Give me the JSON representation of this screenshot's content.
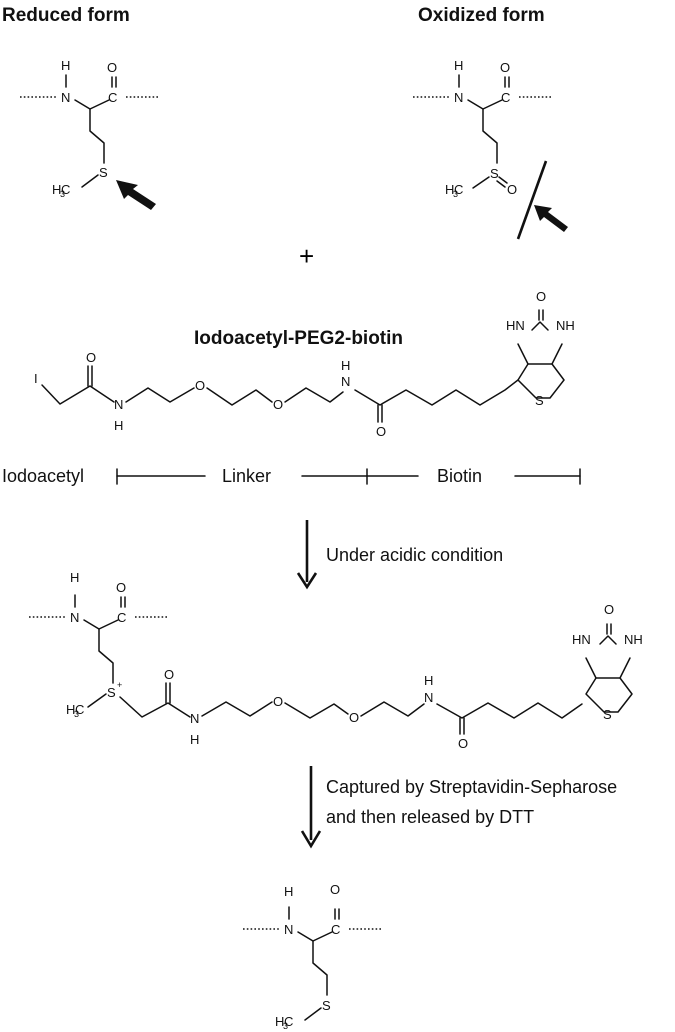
{
  "headers": {
    "reduced": "Reduced form",
    "oxidized": "Oxidized form",
    "reagent": "Iodoacetyl-PEG2-biotin"
  },
  "plus": "+",
  "segments": {
    "iodoacetyl": "Iodoacetyl",
    "linker": "Linker",
    "biotin": "Biotin"
  },
  "steps": {
    "step1": "Under acidic condition",
    "step2_line1": "Captured by Streptavidin-Sepharose",
    "step2_line2": "and then released by DTT"
  },
  "atoms": {
    "H": "H",
    "N": "N",
    "O": "O",
    "C": "C",
    "S": "S",
    "I": "I",
    "NH": "NH",
    "HN": "HN",
    "CH": "H",
    "three": "3",
    "plus_charge": "+"
  },
  "arrow_icon": "bold-arrow-icon",
  "blocked_icon": "slash-icon"
}
